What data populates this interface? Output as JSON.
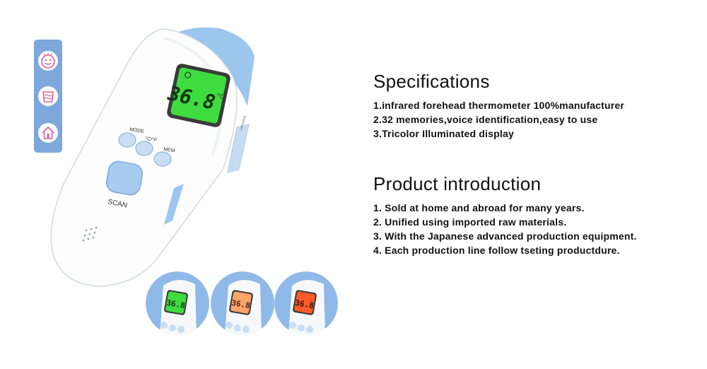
{
  "device": {
    "lcd_reading": "36.8",
    "lcd_unit": "°C",
    "buttons": {
      "mode": "MODE",
      "unit": "°C/°F",
      "mem": "MEM",
      "scan": "SCAN",
      "side": "LANGUAGE"
    }
  },
  "mode_icons": [
    "smiley-face-icon",
    "cup-icon",
    "house-icon"
  ],
  "display_variants": [
    {
      "reading": "36.8",
      "color": "#3fdc3f"
    },
    {
      "reading": "36.8",
      "color": "#ffa46b"
    },
    {
      "reading": "36.8",
      "color": "#ff5a28"
    }
  ],
  "specifications": {
    "title": "Specifications",
    "items": [
      "1.infrared forehead thermometer 100%manufacturer",
      "2.32 memories,voice identification,easy to use",
      "3.Tricolor Illuminated display"
    ]
  },
  "product_introduction": {
    "title": "Product introduction",
    "items": [
      "1. Sold at home and abroad for many years.",
      "2. Unified using imported raw materials.",
      "3. With the Japanese advanced production equipment.",
      "4. Each production line follow tseting productdure."
    ]
  },
  "colors": {
    "accent_blue": "#9cc6ee",
    "strip_blue": "#7ea7dc",
    "lcd_green": "#3fdc3f",
    "lcd_orange": "#ffa46b",
    "lcd_red": "#ff5a28"
  }
}
